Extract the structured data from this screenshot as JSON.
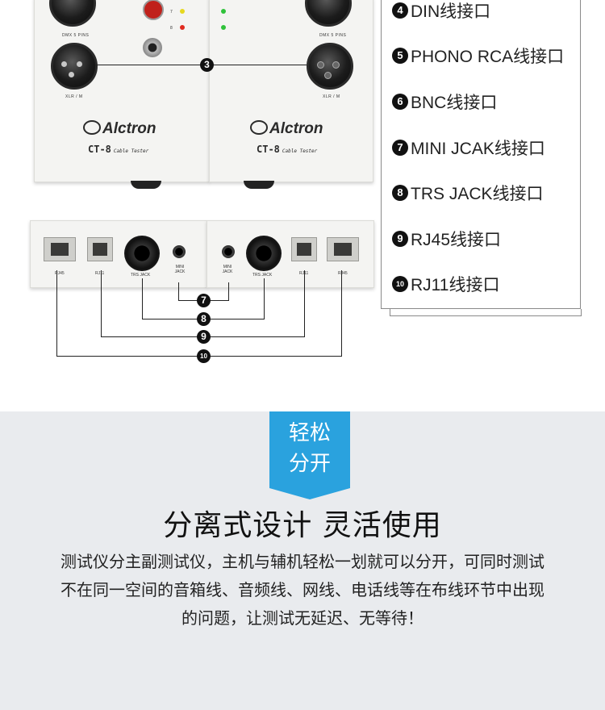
{
  "product": {
    "brand": "Alctron",
    "model": "CT-8",
    "model_subtitle": "Cable Tester",
    "dmx_label": "DMX 5 PINS",
    "xlr_label": "XLR / M",
    "led_numbers": [
      "7",
      "8"
    ],
    "port_labels": {
      "rj45": "RJ45",
      "rj11": "RJ11",
      "trs": "TRS JACK",
      "mini": "MINI JACK"
    },
    "callouts": [
      "3",
      "7",
      "8",
      "9",
      "10"
    ]
  },
  "legend": [
    {
      "num": "4",
      "label": "DIN线接口"
    },
    {
      "num": "5",
      "label": "PHONO  RCA线接口"
    },
    {
      "num": "6",
      "label": "BNC线接口"
    },
    {
      "num": "7",
      "label": "MINI JCAK线接口"
    },
    {
      "num": "8",
      "label": "TRS  JACK线接口"
    },
    {
      "num": "9",
      "label": "RJ45线接口"
    },
    {
      "num": "10",
      "label": "RJ11线接口"
    }
  ],
  "ribbon": {
    "line1": "轻松",
    "line2": "分开"
  },
  "headline": "分离式设计  灵活使用",
  "description": [
    "测试仪分主副测试仪，主机与辅机轻松一划就可以分开，可同时测试",
    "不在同一空间的音箱线、音频线、网线、电话线等在布线环节中出现",
    "的问题，让测试无延迟、无等待！"
  ],
  "colors": {
    "ribbon": "#2aa2de",
    "section_bg": "#e9ebee",
    "led_green": "#2fc23a",
    "led_yellow": "#e6d81e",
    "led_red": "#e02a1e"
  }
}
